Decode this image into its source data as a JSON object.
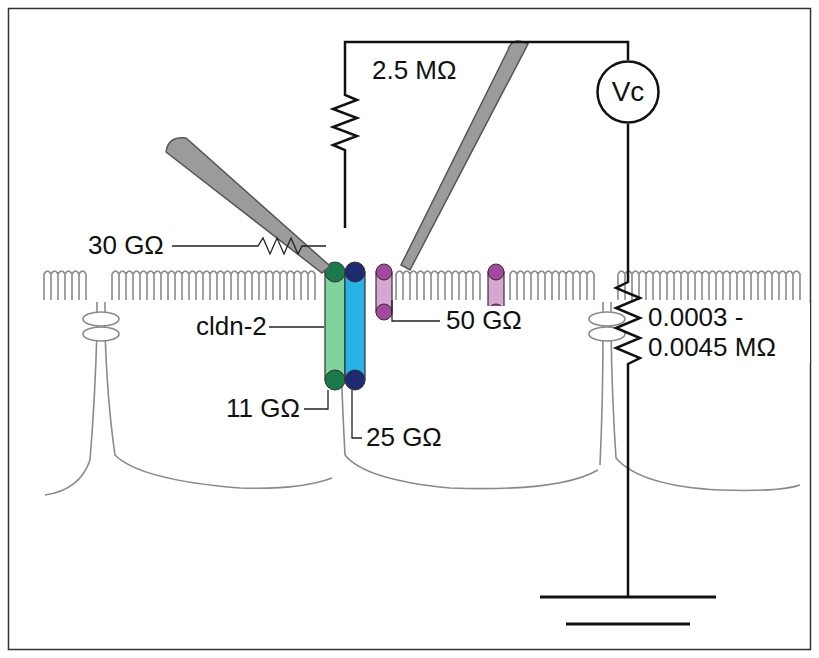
{
  "diagram": {
    "nodes": [
      {
        "text": [
          "Vc"
        ]
      }
    ],
    "labels": [
      "2.5 MΩ",
      "30 GΩ",
      "cldn-2",
      "50 GΩ",
      "11 GΩ",
      "25 GΩ",
      "0.0003 - 0.0045 MΩ"
    ]
  }
}
